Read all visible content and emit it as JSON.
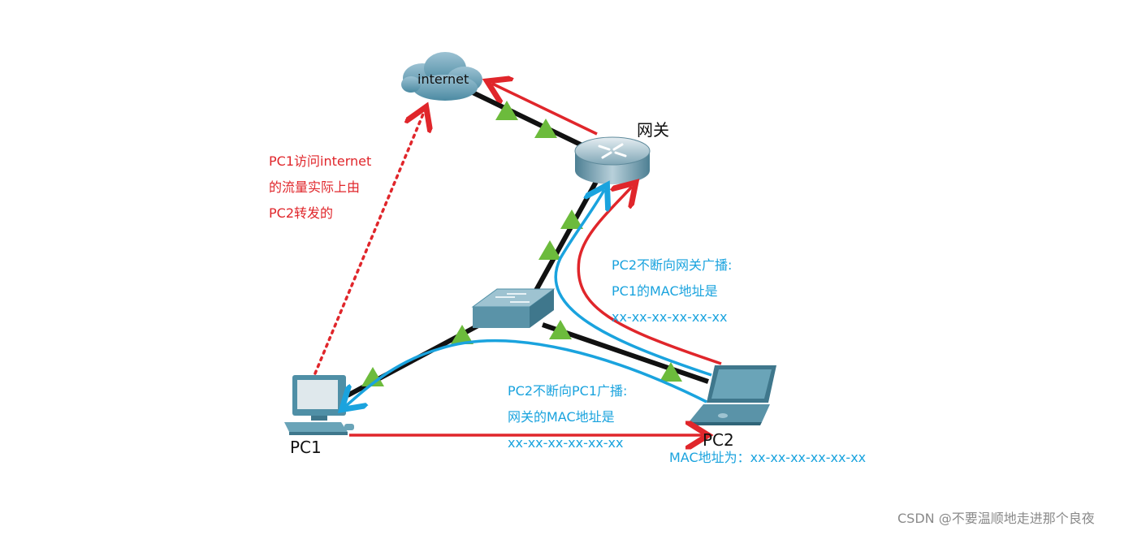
{
  "nodes": {
    "internet": {
      "label": "internet"
    },
    "gateway": {
      "label": "网关"
    },
    "switch": {
      "label": ""
    },
    "pc1": {
      "label": "PC1"
    },
    "pc2": {
      "label": "PC2"
    }
  },
  "annotations": {
    "pc1_traffic": {
      "line1": "PC1访问internet",
      "line2": "的流量实际上由",
      "line3": "PC2转发的"
    },
    "pc2_to_gateway": {
      "line1": "PC2不断向网关广播:",
      "line2": "PC1的MAC地址是",
      "line3": "xx-xx-xx-xx-xx-xx"
    },
    "pc2_to_pc1": {
      "line1": "PC2不断向PC1广播:",
      "line2": "网关的MAC地址是",
      "line3": "xx-xx-xx-xx-xx-xx"
    },
    "pc2_mac": "MAC地址为：xx-xx-xx-xx-xx-xx"
  },
  "watermark": "CSDN @不要温顺地走进那个良夜",
  "colors": {
    "red": "#e0262b",
    "blue": "#1aa3de",
    "link": "#111111",
    "link_up_marker": "#6cbb3c",
    "device": "#4f8fa6"
  }
}
